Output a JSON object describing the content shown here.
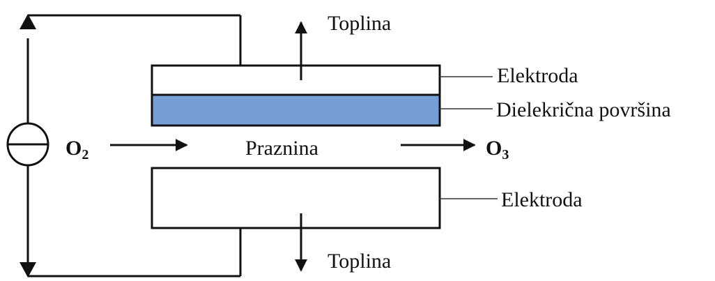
{
  "labels": {
    "heat_top": "Toplina",
    "heat_bottom": "Toplina",
    "electrode_top": "Elektroda",
    "dielectric": "Dielekrična površina",
    "electrode_bottom": "Elektroda",
    "gap": "Praznina"
  },
  "gases": {
    "inlet": {
      "symbol": "O",
      "subscript": "2"
    },
    "outlet": {
      "symbol": "O",
      "subscript": "3"
    }
  },
  "colors": {
    "dielectric_fill": "#789ed6",
    "line": "#111111"
  },
  "icons": {
    "power_source": "ac-source-icon"
  }
}
